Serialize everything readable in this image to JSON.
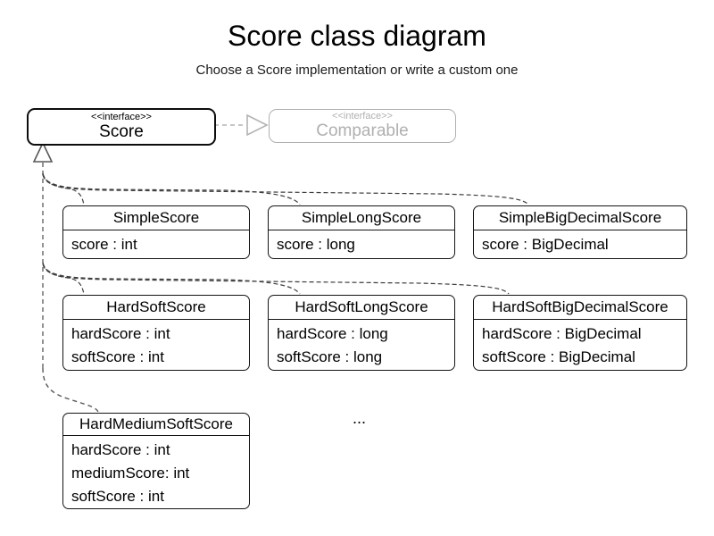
{
  "diagram": {
    "title": "Score class diagram",
    "subtitle": "Choose a Score implementation or write a custom one",
    "ellipsis": "..."
  },
  "interfaces": [
    {
      "stereotype": "<<interface>>",
      "name": "Score"
    },
    {
      "stereotype": "<<interface>>",
      "name": "Comparable"
    }
  ],
  "classes": [
    {
      "name": "SimpleScore",
      "attributes": [
        "score : int"
      ]
    },
    {
      "name": "SimpleLongScore",
      "attributes": [
        "score : long"
      ]
    },
    {
      "name": "SimpleBigDecimalScore",
      "attributes": [
        "score : BigDecimal"
      ]
    },
    {
      "name": "HardSoftScore",
      "attributes": [
        "hardScore : int",
        "softScore : int"
      ]
    },
    {
      "name": "HardSoftLongScore",
      "attributes": [
        "hardScore : long",
        "softScore : long"
      ]
    },
    {
      "name": "HardSoftBigDecimalScore",
      "attributes": [
        "hardScore : BigDecimal",
        "softScore : BigDecimal"
      ]
    },
    {
      "name": "HardMediumSoftScore",
      "attributes": [
        "hardScore : int",
        "mediumScore: int",
        "softScore : int"
      ]
    }
  ],
  "colors": {
    "class_border": "#141414",
    "muted_interface": "#b0b0b0",
    "realization_line": "#3d3d3d",
    "trunk_line": "#808080"
  }
}
